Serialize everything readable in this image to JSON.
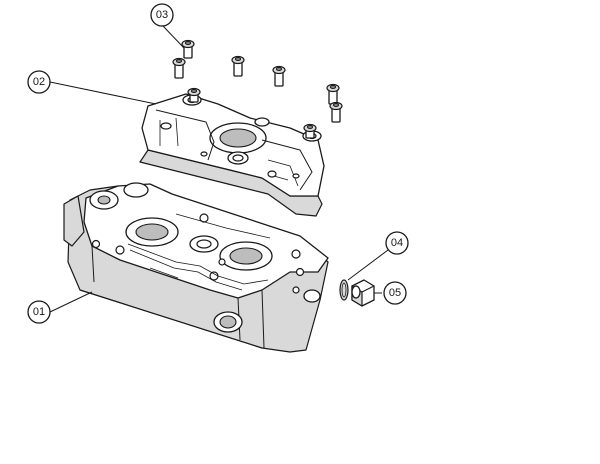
{
  "callouts": {
    "c01": "01",
    "c02": "02",
    "c03": "03",
    "c04": "04",
    "c05": "05"
  },
  "colors": {
    "line": "#1a1a1a",
    "background": "#ffffff",
    "shade": "#d9d9d9"
  }
}
